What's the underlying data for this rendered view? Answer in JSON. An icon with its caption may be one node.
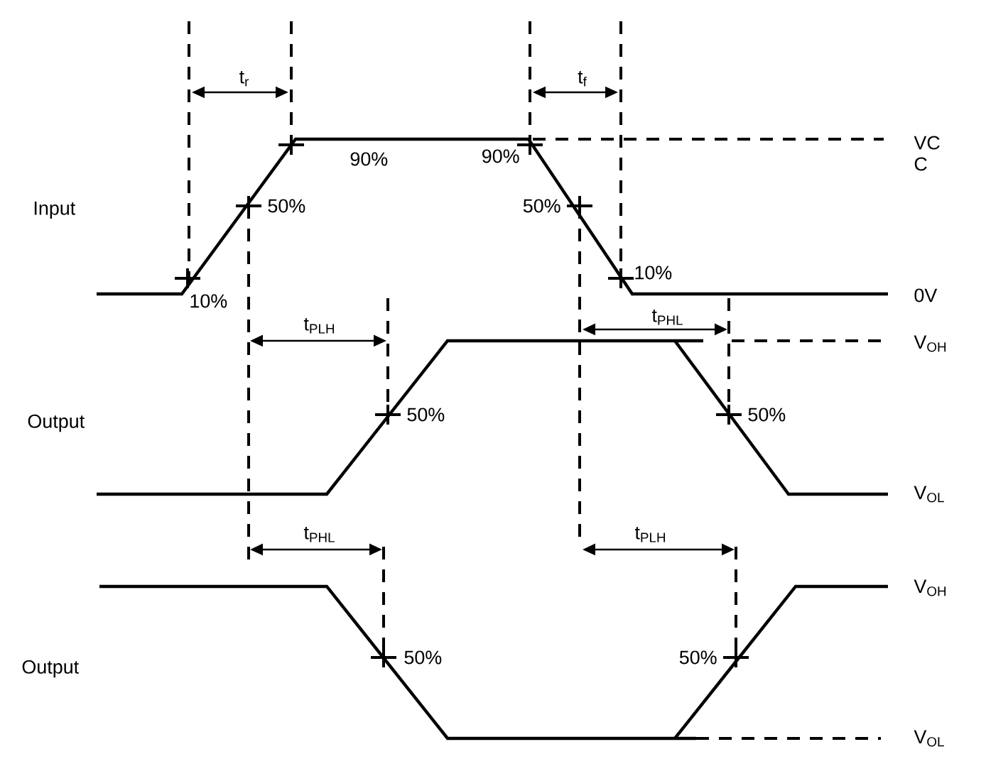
{
  "diagram": {
    "labels": [
      "t$_{r}$",
      "t$_{f}$",
      "VC C",
      "90%",
      "90%",
      "Input",
      "50%",
      "50%",
      "10%",
      "10%",
      "0V",
      "t$_{PLH}$",
      "t$_{PHL}$",
      "V$_{OH}$",
      "Output",
      "50%",
      "50%",
      "V$_{OL}$",
      "t$_{PHL}$",
      "t$_{PLH}$",
      "V$_{OH}$",
      "Output",
      "50%",
      "50%",
      "V$_{OL}$"
    ]
  }
}
